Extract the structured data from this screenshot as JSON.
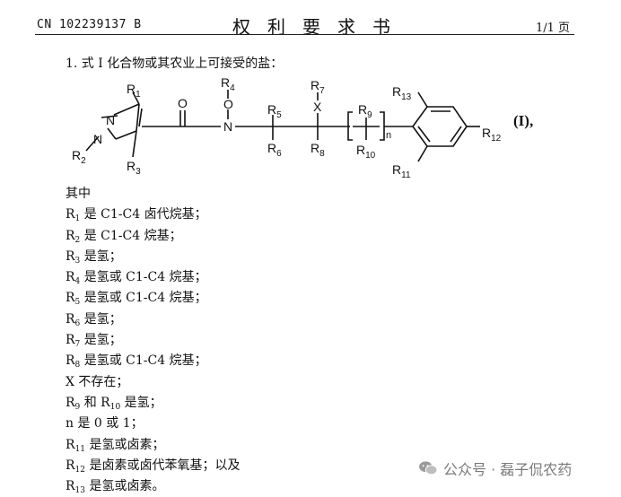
{
  "header": {
    "patent_no": "CN 102239137 B",
    "title": "权利要求书",
    "page": "1/1 页"
  },
  "claim_intro": "1. 式 I 化合物或其农业上可接受的盐：",
  "formula": {
    "label": "(I),",
    "atoms": {
      "r1": "R1",
      "r2": "R2",
      "r3": "R3",
      "r4": "R4",
      "r5": "R5",
      "r6": "R6",
      "r7": "R7",
      "r8": "R8",
      "r9": "R9",
      "r10": "R10",
      "r11": "R11",
      "r12": "R12",
      "r13": "R13",
      "n_atom": "N",
      "n_amide": "N",
      "o_carbonyl": "O",
      "o_ether": "O",
      "x": "X",
      "n_sub": "n"
    }
  },
  "definitions": {
    "intro": "其中",
    "r1": "是 C1-C4 卤代烷基；",
    "r2": "是 C1-C4 烷基；",
    "r3": "是氢；",
    "r4": "是氢或 C1-C4 烷基；",
    "r5": "是氢或 C1-C4 烷基；",
    "r6": "是氢；",
    "r7": "是氢；",
    "r8": "是氢或 C1-C4 烷基；",
    "x": "X 不存在；",
    "r9_r10": "和",
    "r9_r10_tail": "是氢；",
    "n": "n 是 0 或 1；",
    "r11": "是氢或卤素；",
    "r12": "是卤素或卤代苯氧基；以及",
    "r13": "是氢或卤素。"
  },
  "watermark": {
    "text": "公众号 · 磊子侃农药",
    "icon": "wechat-icon"
  }
}
